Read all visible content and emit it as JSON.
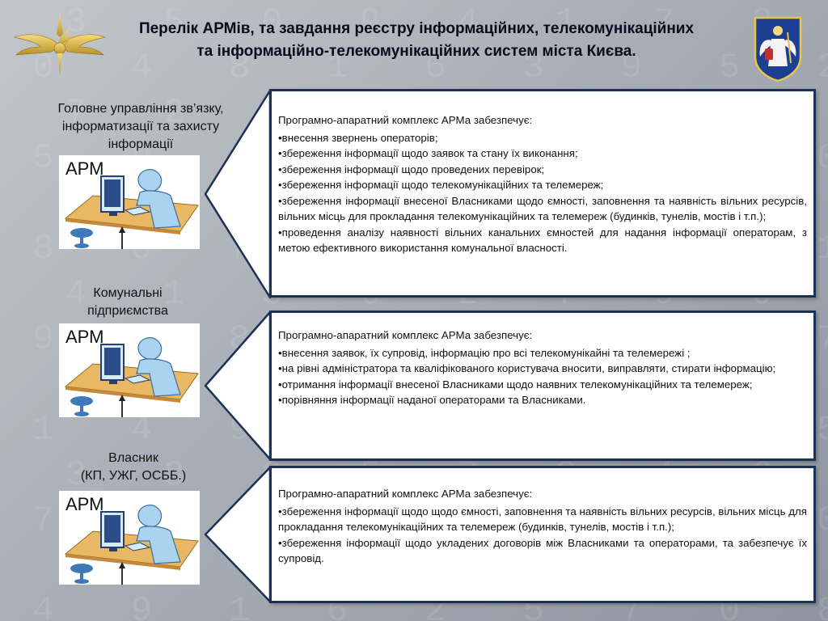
{
  "title_line1": "Перелік АРМів, та завдання реєстру інформаційних, телекомунікаційних",
  "title_line2": "та інформаційно-телекомунікаційних систем міста Києва.",
  "arm_label": "АРМ",
  "sections": [
    {
      "org_lines": [
        "Головне управління зв’язку,",
        "інформатизації та захисту",
        "інформації"
      ],
      "intro": "Програмно-апаратний  комплекс АРМа забезпечує:",
      "items": [
        "•внесення звернень операторів;",
        "•збереження інформації щодо заявок та стану їх виконання;",
        "•збереження інформації щодо проведених перевірок;",
        "•збереження інформації щодо телекомунікаційних та телемереж;",
        "•збереження інформації внесеної Власниками щодо ємності, заповнення та наявність вільних ресурсів, вільних місць для прокладання телекомунікаційних та телемереж (будинків, тунелів, мостів і т.п.);",
        "•проведення аналізу наявності вільних канальних ємностей для надання інформації операторам, з метою ефективного використання комунальної власності."
      ]
    },
    {
      "org_lines": [
        "Комунальні",
        "підприємства"
      ],
      "intro": "Програмно-апаратний  комплекс АРМа забезпечує:",
      "items": [
        "•внесення заявок, їх супровід, інформацію про всі телекомунікайні та  телемережі ;",
        "•на рівні адміністратора та кваліфікованого користувача вносити, виправляти, стирати інформацію;",
        "•отримання інформації внесеної Власниками щодо наявних телекомунікаційних та телемереж;",
        "•порівняння інформації наданої операторами та Власниками."
      ]
    },
    {
      "org_lines": [
        "Власник",
        "(КП, УЖГ, ОСББ.)"
      ],
      "intro": "Програмно-апаратний  комплекс АРМа забезпечує:",
      "items": [
        "•збереження інформації щодо щодо ємності, заповнення та наявність вільних ресурсів, вільних місць для прокладання телекомунікаційних та телемереж (будинків, тунелів, мостів і т.п.);",
        "•збереження інформації щодо укладених договорів між Власниками та операторами, та забезпечує їх супровід."
      ]
    }
  ],
  "colors": {
    "border": "#1d3156",
    "figure": "#a9d3ef",
    "desk": "#e9b864",
    "chair": "#3e78b6"
  }
}
